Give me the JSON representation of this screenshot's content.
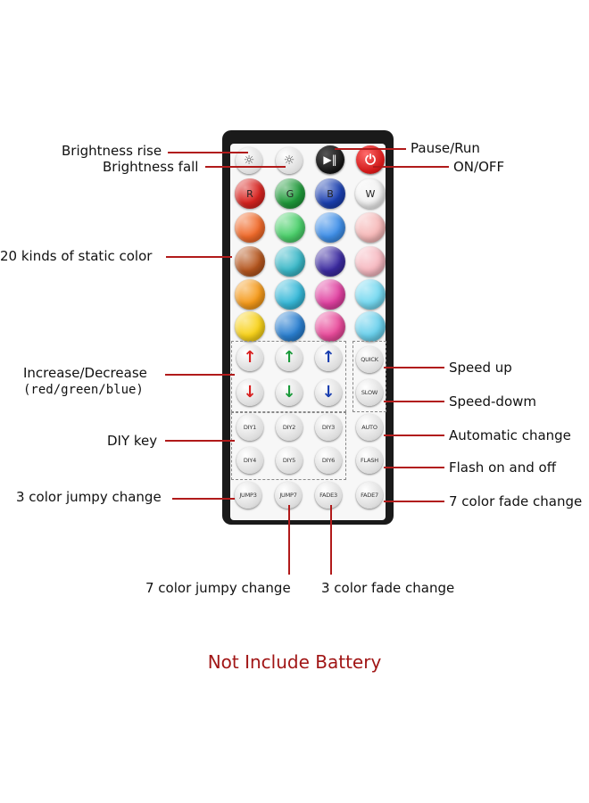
{
  "labels": {
    "brightness_rise": "Brightness rise",
    "brightness_fall": "Brightness fall",
    "static_color": "20 kinds of static color",
    "increase_decrease": "Increase/Decrease",
    "rgb": "(red/green/blue)",
    "diy_key": "DIY key",
    "jumpy3": "3 color jumpy change",
    "pause_run": "Pause/Run",
    "on_off": "ON/OFF",
    "speed_up": "Speed up",
    "speed_down": "Speed-dowm",
    "auto_change": "Automatic change",
    "flash": "Flash on and off",
    "fade7": "7 color fade change",
    "jumpy7": "7 color jumpy change",
    "fade3": "3 color fade change"
  },
  "footer": "Not Include Battery",
  "buttons": {
    "r": "R",
    "g": "G",
    "b": "B",
    "w": "W",
    "quick": "QUICK",
    "slow": "SLOW",
    "auto": "AUTO",
    "flash": "FLASH",
    "diy1": "DIY1",
    "diy2": "DIY2",
    "diy3": "DIY3",
    "diy4": "DIY4",
    "diy5": "DIY5",
    "diy6": "DIY6",
    "jump3": "JUMP3",
    "jump7": "JUMP7",
    "fade3": "FADE3",
    "fade7": "FADE7"
  },
  "colors": {
    "line": "#b11a1a",
    "color_rows": [
      [
        "#d8231f",
        "#1f9a3a",
        "#1a3fb0",
        "#f2f2f2"
      ],
      [
        "#f06a2a",
        "#4bd06b",
        "#3f8fe8",
        "#f6b8b8"
      ],
      [
        "#b5561e",
        "#3ab8c8",
        "#3b2aa0",
        "#f6b8c0"
      ],
      [
        "#f59a1a",
        "#35b8d8",
        "#e040a0",
        "#74d8f0"
      ],
      [
        "#f8d21a",
        "#2a7fd0",
        "#e84a9a",
        "#6ad0ec"
      ]
    ]
  }
}
